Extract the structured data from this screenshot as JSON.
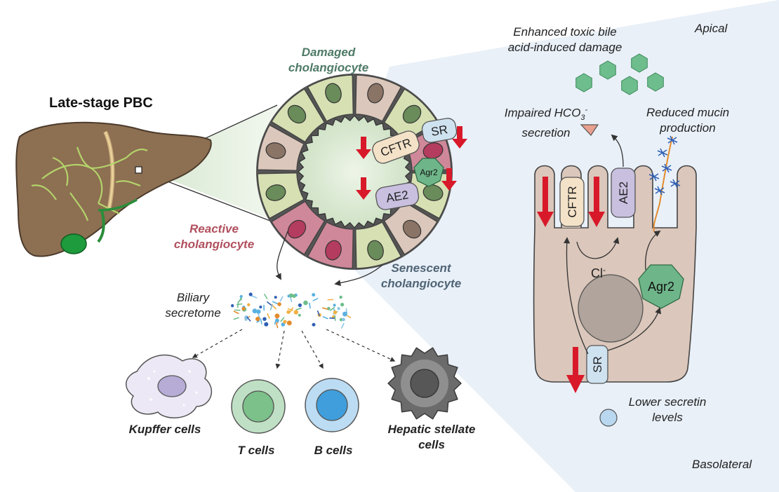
{
  "labels": {
    "title": "Late-stage PBC",
    "damaged_line1": "Damaged",
    "damaged_line2": "cholangiocyte",
    "reactive_line1": "Reactive",
    "reactive_line2": "cholangiocyte",
    "senescent_line1": "Senescent",
    "senescent_line2": "cholangiocyte",
    "secretome_line1": "Biliary",
    "secretome_line2": "secretome",
    "kupffer": "Kupffer cells",
    "tcells": "T cells",
    "bcells": "B cells",
    "stellate_line1": "Hepatic stellate",
    "stellate_line2": "cells",
    "apical": "Apical",
    "basolateral": "Basolateral",
    "toxic_line1": "Enhanced toxic bile",
    "toxic_line2": "acid-induced damage",
    "hco3_main": "Impaired HCO",
    "hco3_sub": "3",
    "hco3_sup": "-",
    "hco3_line2": "secretion",
    "mucin_line1": "Reduced mucin",
    "mucin_line2": "production",
    "secretin_line1": "Lower secretin",
    "secretin_line2": "levels",
    "chloride": "Cl",
    "chloride_sup": "-"
  },
  "proteins": {
    "cftr": "CFTR",
    "sr": "SR",
    "agr2": "Agr2",
    "ae2": "AE2"
  },
  "colors": {
    "arrow_red": "#d8192a",
    "liver": "#8d6f52",
    "gallbladder": "#1e9b3c",
    "bile_ducts": "#b3d36a",
    "panel_bg": "#e9f0f8",
    "cell_beige": "#dbc7bb",
    "cell_green": "#d6e0b3",
    "cell_pink": "#cf8899",
    "lumen": "#e3efdc",
    "protein_beige": "#f4e2c8",
    "protein_lilac": "#c9c0e0",
    "protein_blue": "#cfe2f0",
    "protein_green": "#6fb58a",
    "bile_acid": "#6ebd8c"
  }
}
